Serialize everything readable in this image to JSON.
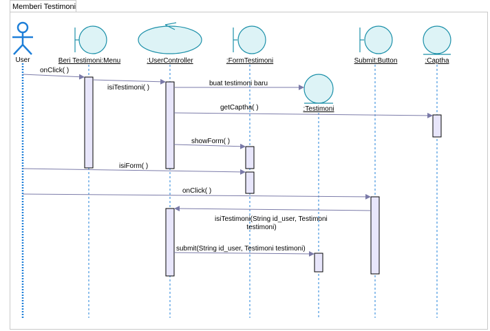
{
  "frame": {
    "title": "Memberi Testimoni"
  },
  "colors": {
    "lifeline": "#1e7fd8",
    "shape_fill": "#ddf3f6",
    "shape_stroke": "#1a8fa8",
    "activation_fill": "#e8e6fb",
    "message": "#7a7aa8",
    "actor": "#1e7fd8"
  },
  "participants": [
    {
      "id": "user",
      "name": "User",
      "kind": "actor"
    },
    {
      "id": "menu",
      "name": "Beri Testimoni:Menu",
      "kind": "boundary"
    },
    {
      "id": "controller",
      "name": ":UserController",
      "kind": "control"
    },
    {
      "id": "form",
      "name": ":FormTestimoni",
      "kind": "boundary"
    },
    {
      "id": "testimoni",
      "name": ":Testimoni",
      "kind": "entity"
    },
    {
      "id": "button",
      "name": "Submit:Button",
      "kind": "boundary"
    },
    {
      "id": "captha",
      "name": ":Captha",
      "kind": "entity"
    }
  ],
  "messages": [
    {
      "from": "user",
      "to": "menu",
      "label": "onClick( )"
    },
    {
      "from": "menu",
      "to": "controller",
      "label": "isiTestimoni( )"
    },
    {
      "from": "controller",
      "to": "testimoni",
      "label": "buat testimoni baru"
    },
    {
      "from": "controller",
      "to": "captha",
      "label": "getCaptha( )"
    },
    {
      "from": "controller",
      "to": "form",
      "label": "showForm( )"
    },
    {
      "from": "user",
      "to": "form",
      "label": "isiForm( )"
    },
    {
      "from": "user",
      "to": "button",
      "label": "onClick( )"
    },
    {
      "from": "button",
      "to": "controller",
      "label_lines": [
        "isiTestimoni(String id_user, Testimoni",
        "testimoni)"
      ]
    },
    {
      "from": "controller",
      "to": "testimoni",
      "label": "submit(String id_user, Testimoni testimoni)"
    }
  ]
}
